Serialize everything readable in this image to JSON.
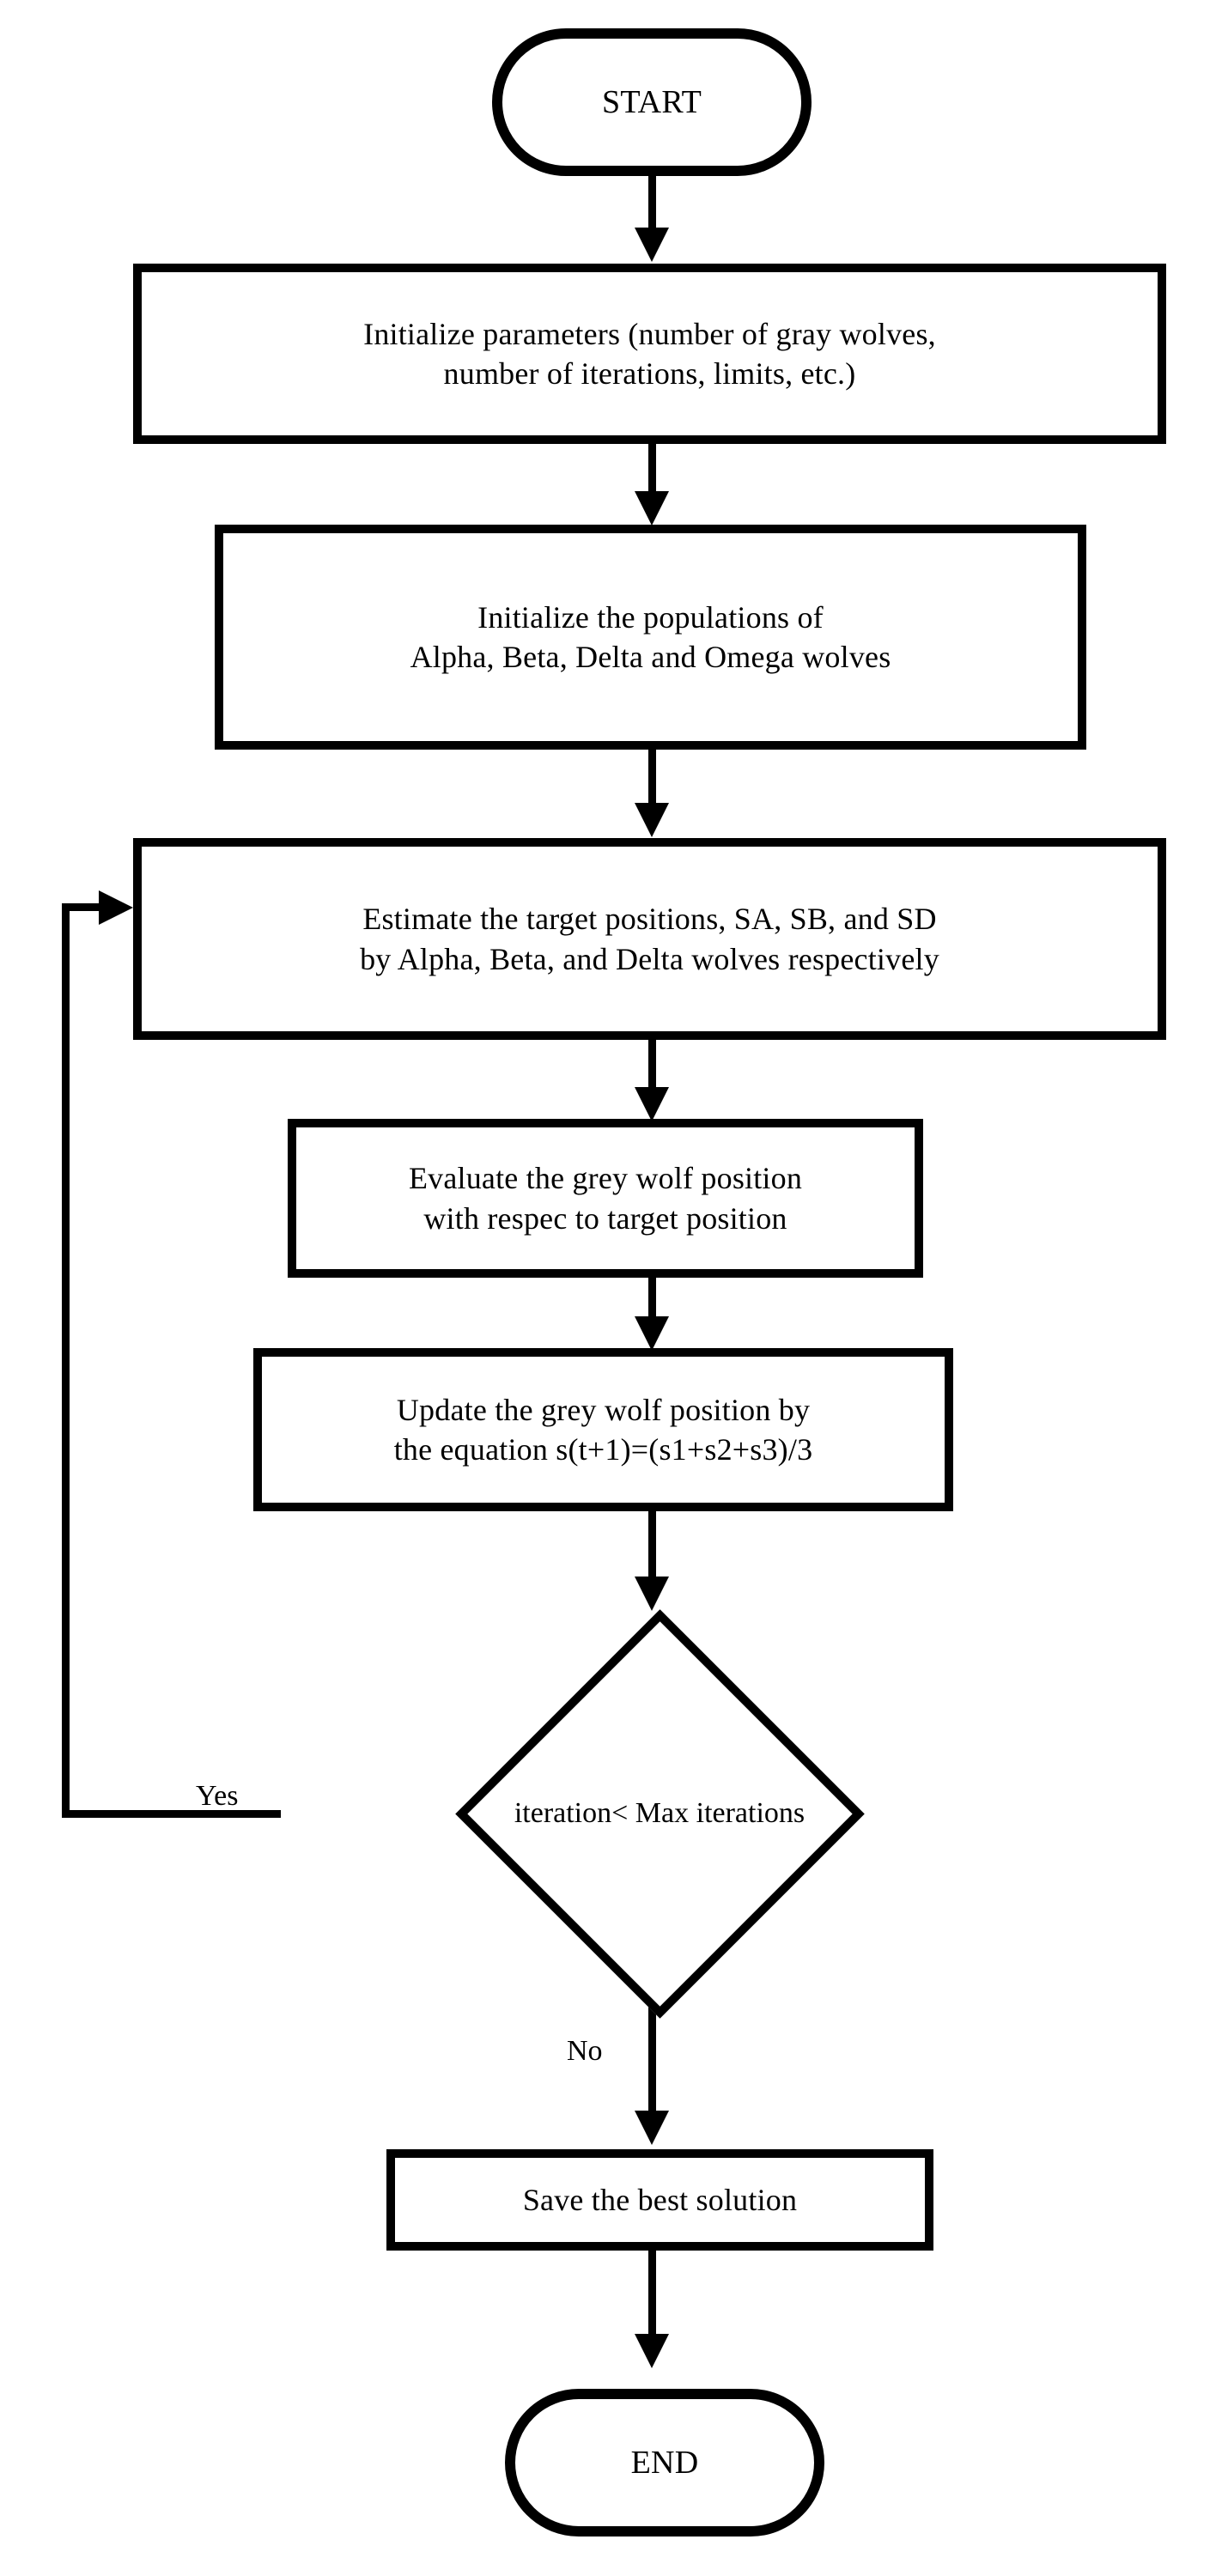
{
  "diagram": {
    "title": "Grey Wolf Optimizer flowchart",
    "stroke_color": "#000000",
    "fill_color": "#ffffff",
    "nodes": {
      "start": {
        "label": "START",
        "shape": "terminator"
      },
      "init_params": {
        "label": "Initialize parameters (number of gray wolves,\nnumber of iterations, limits, etc.)",
        "shape": "process"
      },
      "init_populations": {
        "label": "Initialize the populations of\nAlpha, Beta, Delta and Omega wolves",
        "shape": "process"
      },
      "estimate_targets": {
        "label": "Estimate the target positions, SA, SB, and SD\nby Alpha, Beta, and Delta wolves respectively",
        "shape": "process"
      },
      "evaluate_position": {
        "label": "Evaluate the grey wolf position\nwith respec to target position",
        "shape": "process"
      },
      "update_position": {
        "label": "Update the grey wolf position by\nthe equation s(t+1)=(s1+s2+s3)/3",
        "shape": "process"
      },
      "decision": {
        "label": "iteration< Max iterations",
        "shape": "decision"
      },
      "save_solution": {
        "label": "Save the best solution",
        "shape": "process"
      },
      "end": {
        "label": "END",
        "shape": "terminator"
      }
    },
    "edge_labels": {
      "yes": "Yes",
      "no": "No"
    }
  }
}
